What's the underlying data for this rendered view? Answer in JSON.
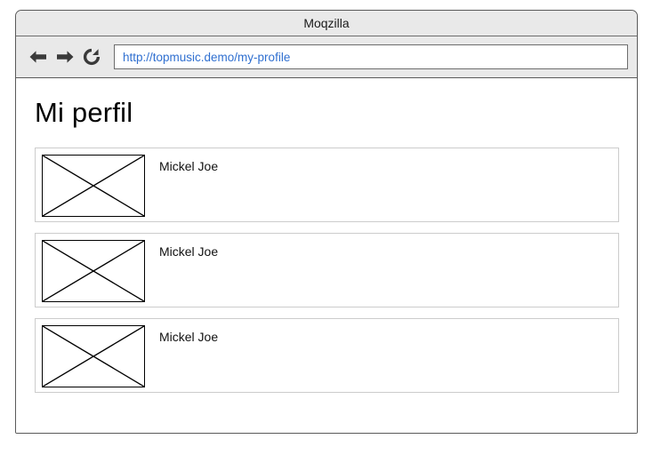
{
  "browser": {
    "title": "Moqzilla",
    "nav": {
      "back_label": "Back",
      "forward_label": "Forward",
      "reload_label": "Reload"
    },
    "address_bar": {
      "url": "http://topmusic.demo/my-profile",
      "placeholder": "http://topmusic.demo/my-profile"
    }
  },
  "page": {
    "title": "Mi perfil",
    "profiles": [
      {
        "name": "Mickel Joe",
        "image_alt": "image-placeholder"
      },
      {
        "name": "Mickel Joe",
        "image_alt": "image-placeholder"
      },
      {
        "name": "Mickel Joe",
        "image_alt": "image-placeholder"
      }
    ]
  },
  "colors": {
    "url_text": "#2f6fd0",
    "chrome_bg": "#e9e9e9",
    "frame_border": "#5a5a5a",
    "card_border": "#cccccc",
    "placeholder_stroke": "#000000"
  }
}
